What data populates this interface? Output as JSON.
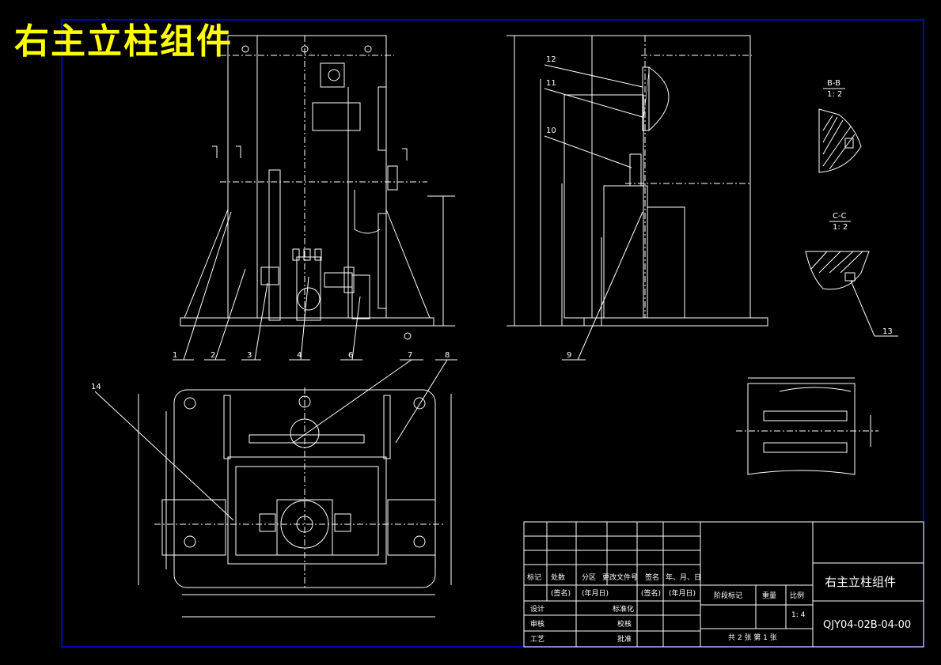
{
  "header": {
    "title": "右主立柱组件"
  },
  "views": {
    "section_b": {
      "label": "B-B",
      "scale": "1: 2"
    },
    "section_c": {
      "label": "C-C",
      "scale": "1: 2"
    }
  },
  "balloons": {
    "front": [
      "1",
      "2",
      "3",
      "4",
      "6",
      "7",
      "8"
    ],
    "side": [
      "9",
      "10",
      "11",
      "12"
    ],
    "plan": [
      "14"
    ],
    "section": [
      "13"
    ]
  },
  "title_block": {
    "headers": [
      "标记",
      "处数",
      "分区",
      "更改文件号",
      "签名",
      "年、月、日"
    ],
    "sign_row": [
      "(签名)",
      "(年月日)",
      "(签名)",
      "(年月日)"
    ],
    "roles_left": [
      "设计",
      "审核",
      "工艺"
    ],
    "roles_mid": [
      "标准化",
      "校核",
      "批准"
    ],
    "stage_label": "阶段标记",
    "weight_label": "重量",
    "scale_label": "比例",
    "scale_value": "1: 4",
    "sheets": "共 2 张  第 1 张",
    "drawing_name": "右主立柱组件",
    "drawing_number": "QJY04-02B-04-00"
  },
  "colors": {
    "frame": "#0000ff",
    "lines": "#ffffff",
    "accent": "#ffff00"
  }
}
